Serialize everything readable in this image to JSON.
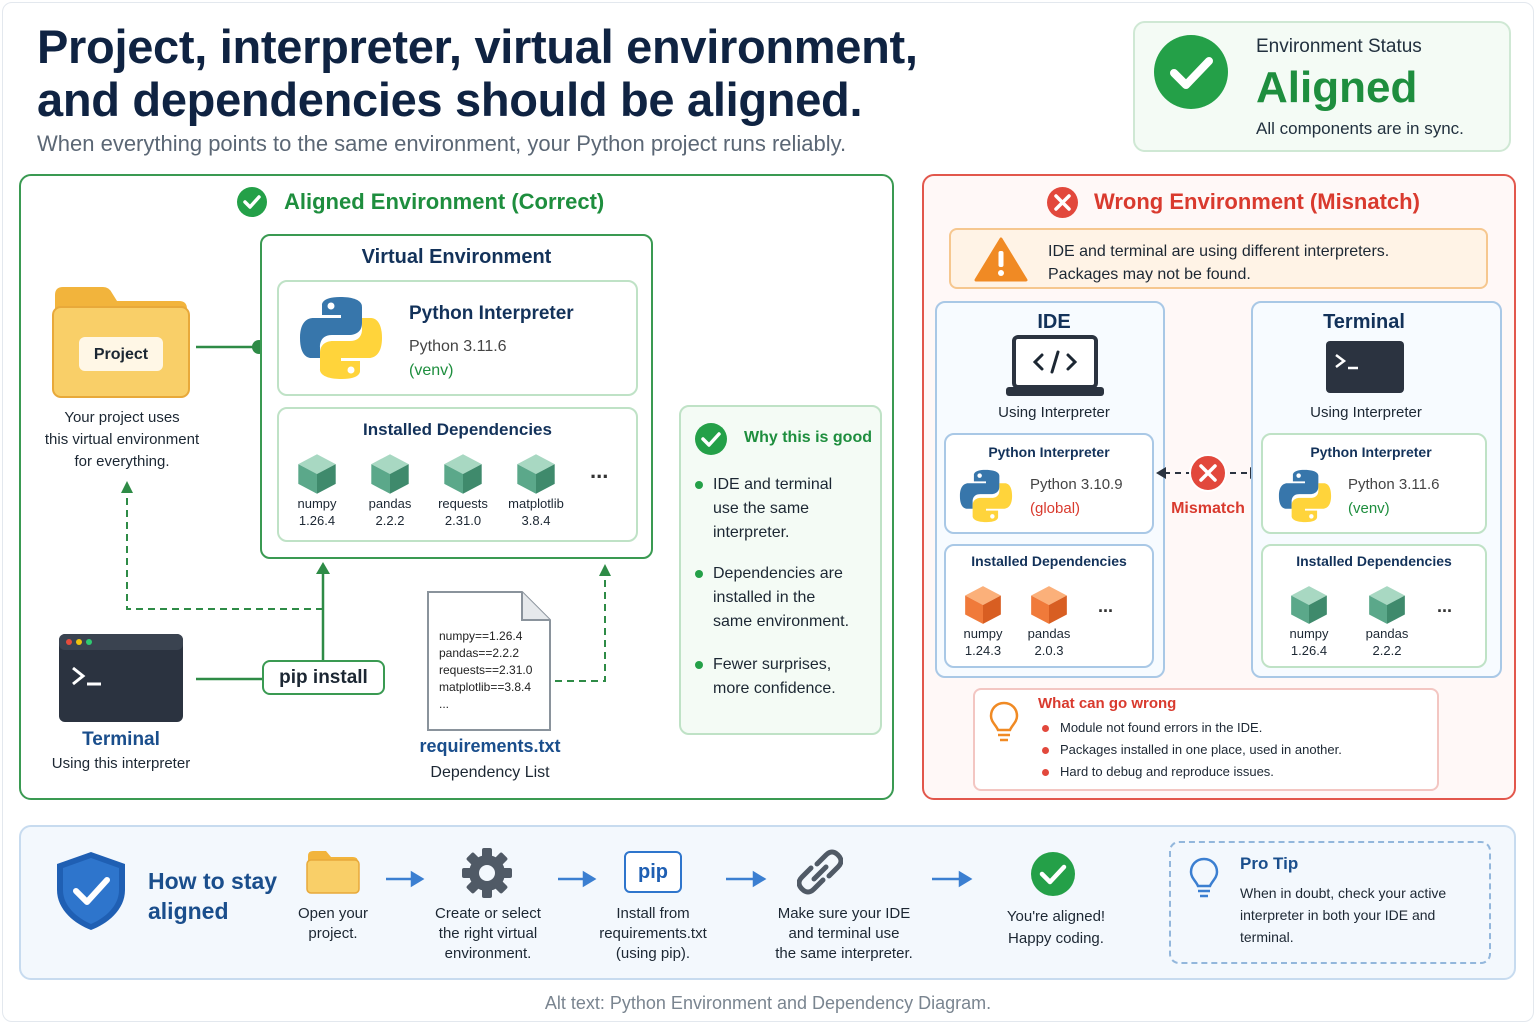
{
  "header": {
    "title_line1": "Project, interpreter, virtual environment,",
    "title_line2": "and dependencies should be aligned.",
    "subtitle": "When everything points to the same environment, your Python project runs reliably."
  },
  "status": {
    "label": "Environment Status",
    "value": "Aligned",
    "note": "All components are in sync."
  },
  "aligned": {
    "title": "Aligned Environment (Correct)",
    "project": {
      "label": "Project",
      "desc_lines": [
        "Your project uses",
        "this virtual environment",
        "for everything."
      ]
    },
    "venv": {
      "title": "Virtual Environment",
      "interpreter_title": "Python Interpreter",
      "interpreter_version": "Python 3.11.6",
      "interpreter_env": "(venv)",
      "deps_title": "Installed Dependencies",
      "deps": [
        {
          "name": "numpy",
          "version": "1.26.4"
        },
        {
          "name": "pandas",
          "version": "2.2.2"
        },
        {
          "name": "requests",
          "version": "2.31.0"
        },
        {
          "name": "matplotlib",
          "version": "3.8.4"
        }
      ],
      "more": "..."
    },
    "terminal": {
      "title": "Terminal",
      "subtitle": "Using this interpreter"
    },
    "pip_install": "pip install",
    "requirements": {
      "lines": [
        "numpy==1.26.4",
        "pandas==2.2.2",
        "requests==2.31.0",
        "matplotlib==3.8.4",
        "..."
      ],
      "title": "requirements.txt",
      "subtitle": "Dependency List"
    },
    "why": {
      "title": "Why this is good",
      "points": [
        [
          "IDE and terminal",
          "use the same",
          "interpreter."
        ],
        [
          "Dependencies are",
          "installed in the",
          "same environment."
        ],
        [
          "Fewer surprises,",
          "more confidence."
        ]
      ]
    }
  },
  "wrong": {
    "title": "Wrong Environment (Misnatch)",
    "warning_line1": "IDE and terminal are using different interpreters.",
    "warning_line2": "Packages may not be found.",
    "mismatch": "Mismatch",
    "ide": {
      "title": "IDE",
      "subtitle": "Using Interpreter",
      "interpreter_title": "Python Interpreter",
      "interpreter_version": "Python 3.10.9",
      "interpreter_env": "(global)",
      "deps_title": "Installed Dependencies",
      "deps": [
        {
          "name": "numpy",
          "version": "1.24.3"
        },
        {
          "name": "pandas",
          "version": "2.0.3"
        }
      ],
      "more": "..."
    },
    "terminal": {
      "title": "Terminal",
      "subtitle": "Using Interpreter",
      "interpreter_title": "Python Interpreter",
      "interpreter_version": "Python 3.11.6",
      "interpreter_env": "(venv)",
      "deps_title": "Installed Dependencies",
      "deps": [
        {
          "name": "numpy",
          "version": "1.26.4"
        },
        {
          "name": "pandas",
          "version": "2.2.2"
        }
      ],
      "more": "..."
    },
    "issues": {
      "title": "What can go wrong",
      "items": [
        "Module not found errors in the IDE.",
        "Packages installed in one place, used in another.",
        "Hard to debug and reproduce issues."
      ]
    }
  },
  "steps": {
    "title_line1": "How to stay",
    "title_line2": "aligned",
    "items": [
      [
        "Open your",
        "project."
      ],
      [
        "Create or select",
        "the right virtual",
        "environment."
      ],
      [
        "Install from",
        "requirements.txt",
        "(using pip)."
      ],
      [
        "Make sure your IDE",
        "and terminal use",
        "the same interpreter."
      ],
      [
        "You're aligned!",
        "Happy coding."
      ]
    ],
    "pip_icon_text": "pip"
  },
  "pro_tip": {
    "title": "Pro Tip",
    "lines": [
      "When in doubt, check your active",
      "interpreter in both your IDE and",
      "terminal."
    ]
  },
  "alt_text": "Alt text:  Python Environment and Dependency Diagram.",
  "colors": {
    "green": "#1e8e3e",
    "red": "#d93a2e",
    "navy": "#0f2342",
    "blue_link": "#1a4e8c",
    "orange_cube": "#f07a3a",
    "teal_cube": "#5ba88a"
  }
}
